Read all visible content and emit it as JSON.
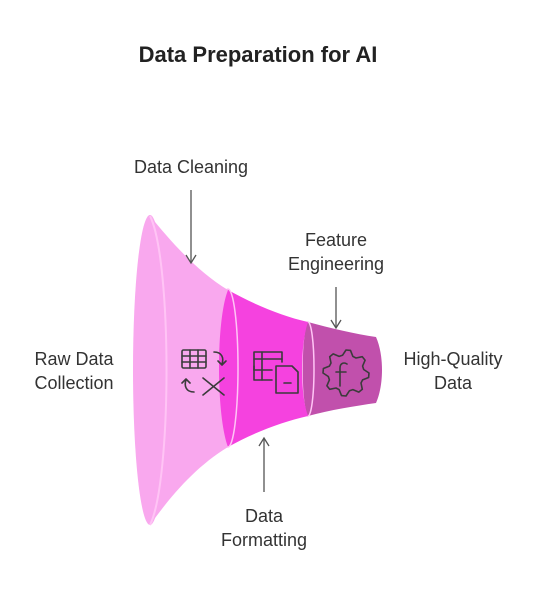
{
  "title": "Data Preparation for AI",
  "stages": {
    "raw": {
      "label_line1": "Raw Data",
      "label_line2": "Collection",
      "color": "#f9a8ee",
      "edge_color": "#ffc4f5",
      "icon": "table-transform-icon"
    },
    "cleaning": {
      "label": "Data Cleaning"
    },
    "formatting": {
      "label_line1": "Data",
      "label_line2": "Formatting",
      "color": "#f542df",
      "icon": "table-document-icon"
    },
    "engineering": {
      "label_line1": "Feature",
      "label_line2": "Engineering",
      "color": "#c150ac",
      "icon": "function-gear-icon"
    },
    "output": {
      "label_line1": "High-Quality",
      "label_line2": "Data"
    }
  }
}
